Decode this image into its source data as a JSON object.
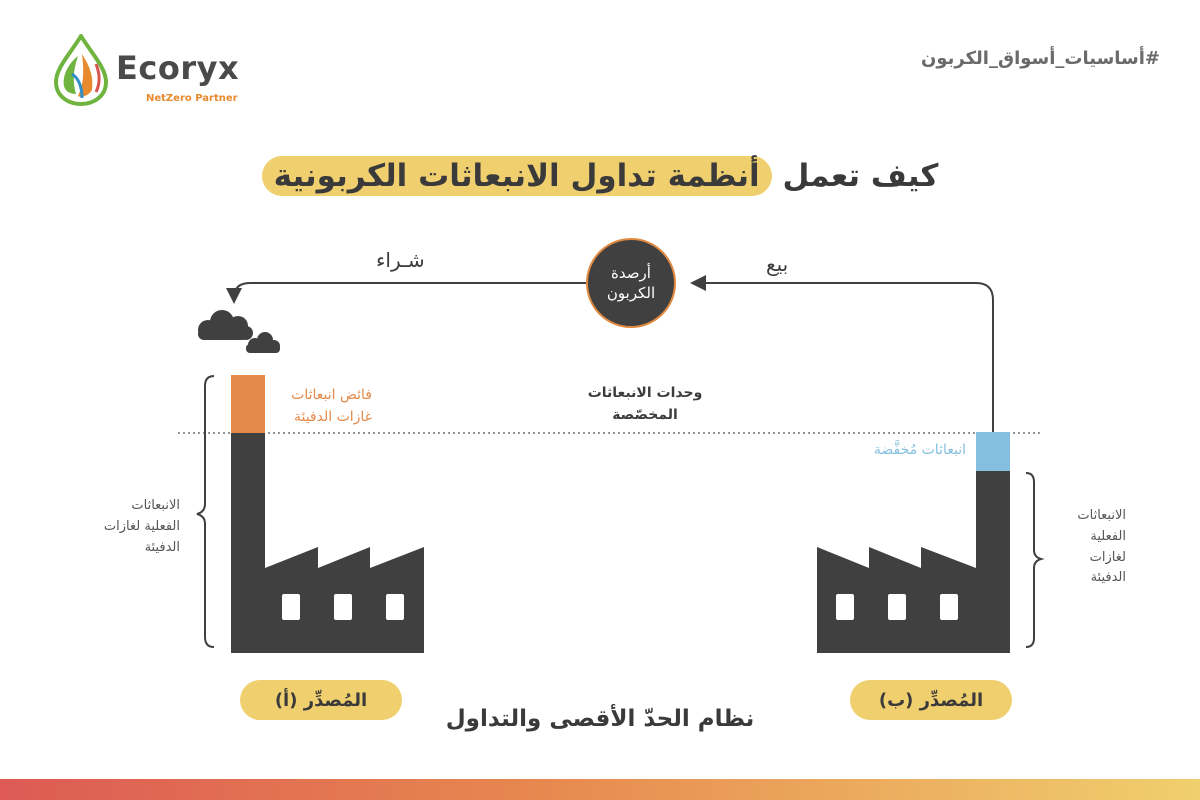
{
  "brand": {
    "name": "Ecoryx",
    "tagline": "NetZero Partner"
  },
  "hashtag": "#أساسيات_أسواق_الكربون",
  "title": {
    "prefix": "كيف تعمل",
    "highlight": "أنظمة تداول الانبعاثات الكربونية"
  },
  "credits": {
    "line1": "أرصدة",
    "line2": "الكربون"
  },
  "arrows": {
    "buy": "شـراء",
    "sell": "بيع"
  },
  "allocated_units": {
    "line1": "وحدات الانبعاثات",
    "line2": "المخصّصة"
  },
  "source_a": {
    "label": "المُصدِّر (أ)",
    "excess_line1": "فائض انبعاثات",
    "excess_line2": "غازات الدفيئة",
    "actual_line1": "الانبعاثات",
    "actual_line2": "الفعلية لغازات",
    "actual_line3": "الدفيئة"
  },
  "source_b": {
    "label": "المُصدِّر (ب)",
    "reduced": "انبعاثات مُخفَّضة",
    "actual_line1": "الانبعاثات",
    "actual_line2": "الفعلية",
    "actual_line3": "لغازات",
    "actual_line4": "الدفيئة"
  },
  "system_label": "نظام الحدّ الأقصى والتداول",
  "colors": {
    "factory": "#404040",
    "excess": "#e58a4a",
    "reduced": "#85bfe0",
    "highlight": "#f0cf6e",
    "circle_border": "#e0893f"
  }
}
